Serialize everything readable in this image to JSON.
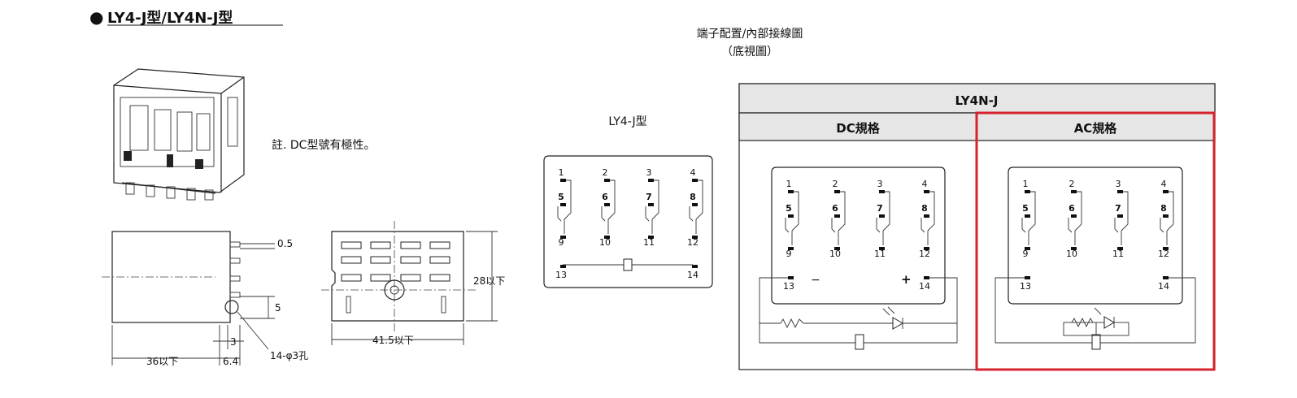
{
  "header": {
    "bullet": "●",
    "title": "LY4-J型/LY4N-J型"
  },
  "note": "註. DC型號有極性。",
  "terminal_header": {
    "line1": "端子配置/內部接線圖",
    "line2": "（底視圖）"
  },
  "dimensions": {
    "d_05": "0.5",
    "d_5": "5",
    "d_3": "3",
    "d_36": "36以下",
    "d_64": "6.4",
    "d_hole": "14-φ3孔",
    "d_415": "41.5以下",
    "d_28": "28以下"
  },
  "ly4j": {
    "label": "LY4-J型",
    "pins": [
      "1",
      "2",
      "3",
      "4",
      "5",
      "6",
      "7",
      "8",
      "9",
      "10",
      "11",
      "12",
      "13",
      "14"
    ]
  },
  "ly4nj": {
    "title": "LY4N-J",
    "dc_title": "DC規格",
    "ac_title": "AC規格",
    "minus": "−",
    "plus": "+",
    "pins": [
      "1",
      "2",
      "3",
      "4",
      "5",
      "6",
      "7",
      "8",
      "9",
      "10",
      "11",
      "12",
      "13",
      "14"
    ]
  },
  "colors": {
    "highlight": "#d7232e",
    "header_fill": "#e6e6e6",
    "line": "#222222"
  }
}
